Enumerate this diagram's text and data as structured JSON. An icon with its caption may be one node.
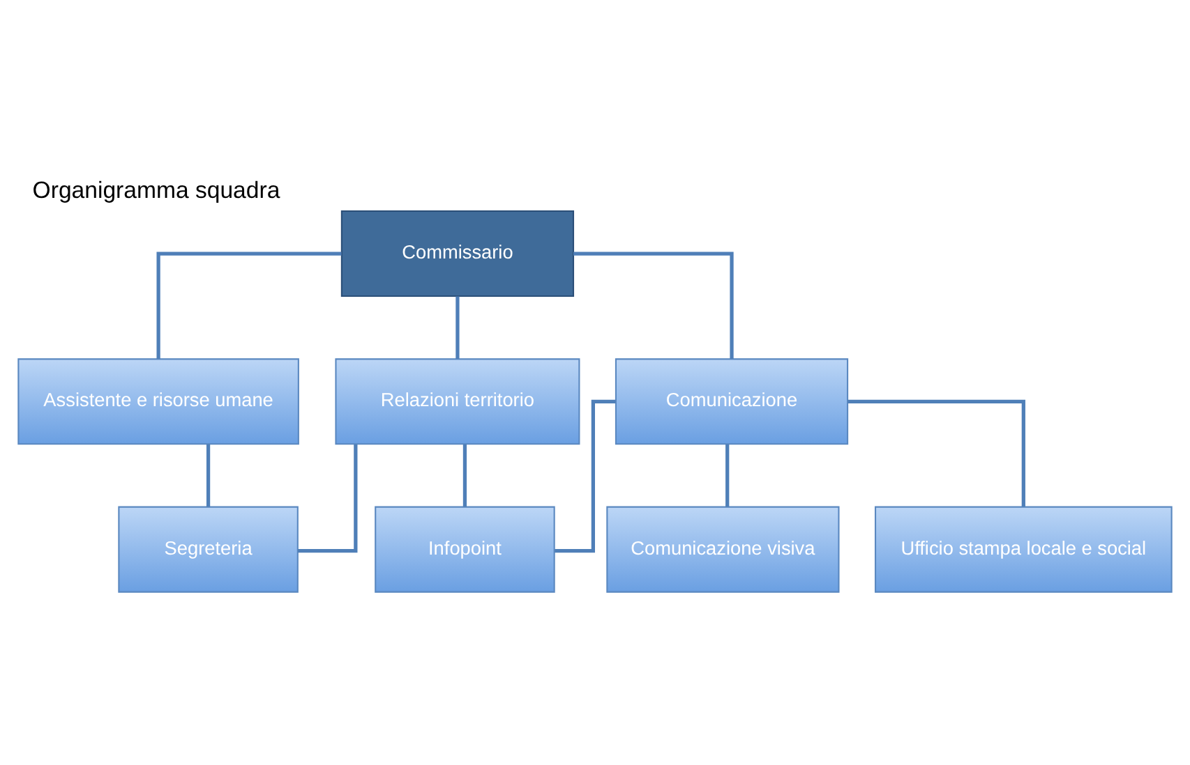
{
  "diagram": {
    "title": "Organigramma squadra",
    "nodes": [
      {
        "text": [
          "Commissario"
        ]
      },
      {
        "text": [
          "Assistente e risorse umane"
        ]
      },
      {
        "text": [
          "Comunicazione"
        ]
      },
      {
        "text": [
          "Relazioni territorio"
        ]
      },
      {
        "text": [
          "Comunicazione visiva"
        ]
      },
      {
        "text": [
          "Ufficio stampa locale e social"
        ]
      },
      {
        "text": [
          "Infopoint"
        ]
      },
      {
        "text": [
          "Segreteria"
        ]
      }
    ],
    "edges": [
      {
        "from": 0,
        "to": 1,
        "arrow": "none"
      },
      {
        "from": 0,
        "to": 2,
        "arrow": "none"
      },
      {
        "from": 0,
        "to": 3,
        "arrow": "none"
      },
      {
        "from": 2,
        "to": 4,
        "arrow": "none"
      },
      {
        "from": 2,
        "to": 5,
        "arrow": "none"
      },
      {
        "from": 2,
        "to": 6,
        "arrow": "none"
      },
      {
        "from": 3,
        "to": 6,
        "arrow": "none"
      },
      {
        "from": 3,
        "to": 7,
        "arrow": "none"
      },
      {
        "from": 1,
        "to": 7,
        "arrow": "none"
      }
    ]
  }
}
